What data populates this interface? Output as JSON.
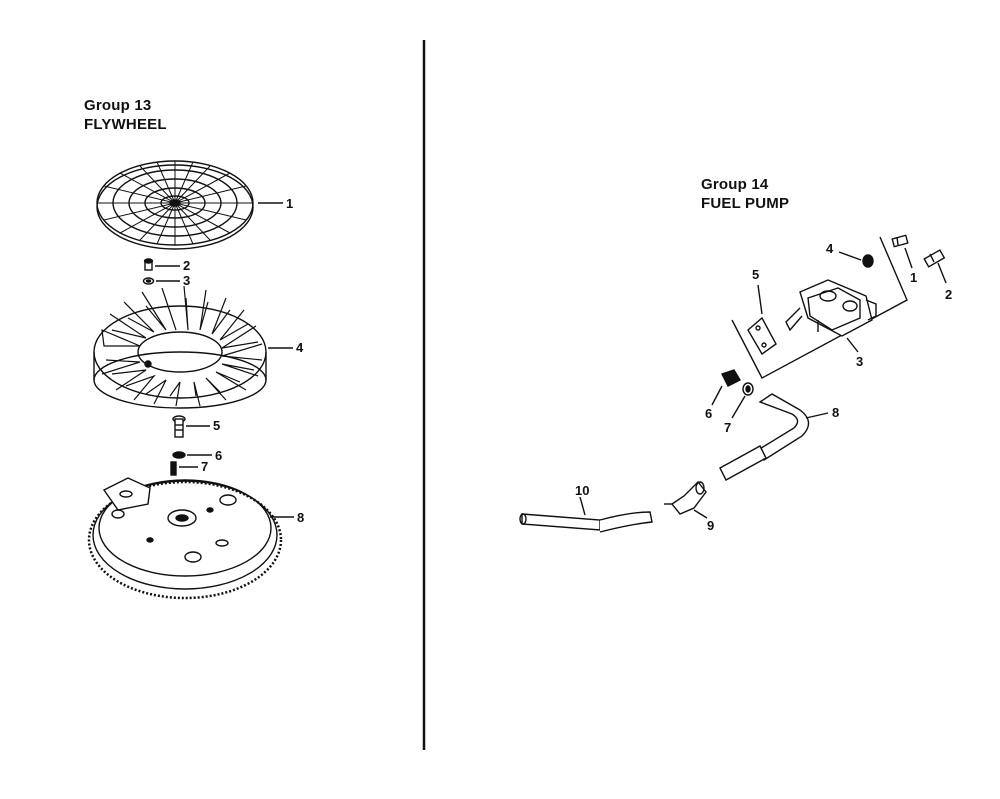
{
  "group13": {
    "heading_line1": "Group 13",
    "heading_line2": "FLYWHEEL",
    "callouts": [
      "1",
      "2",
      "3",
      "4",
      "5",
      "6",
      "7",
      "8"
    ],
    "parts": [
      "screen-icon",
      "bolt-icon",
      "washer-icon",
      "fan-icon",
      "bolt-icon",
      "nut-icon",
      "pin-icon",
      "flywheel-icon"
    ]
  },
  "group14": {
    "heading_line1": "Group 14",
    "heading_line2": "FUEL PUMP",
    "callouts": [
      "4",
      "5",
      "1",
      "2",
      "3",
      "6",
      "7",
      "8",
      "10",
      "9"
    ],
    "parts": [
      "cap-icon",
      "gasket-icon",
      "fitting-icon",
      "fitting-icon",
      "fuel-pump-icon",
      "fitting-icon",
      "clamp-icon",
      "hose-icon",
      "hose-icon",
      "filter-icon"
    ]
  },
  "colors": {
    "ink": "#111111",
    "paper": "#ffffff"
  }
}
